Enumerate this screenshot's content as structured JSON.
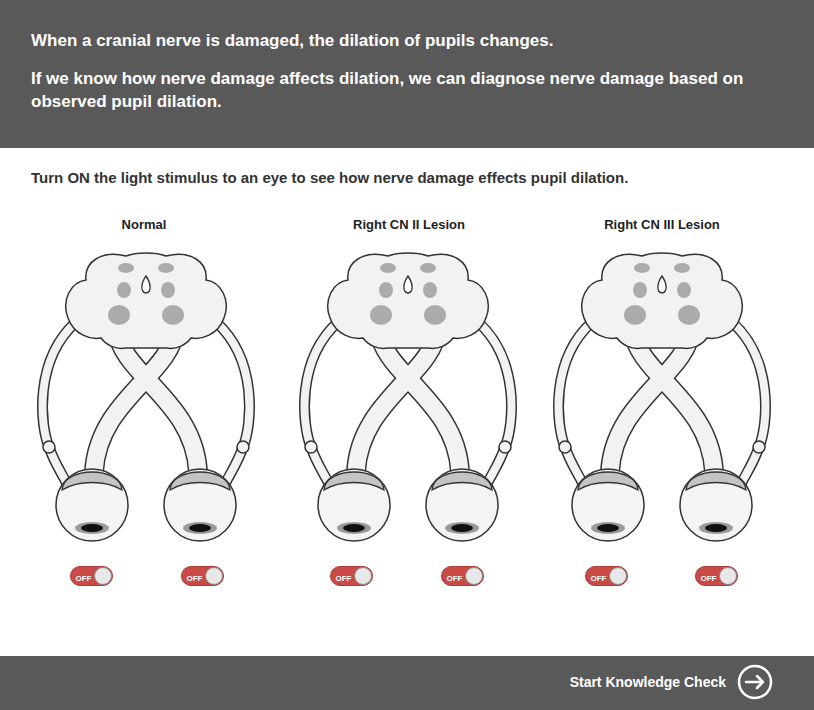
{
  "diagram": {
    "nodes": [
      {
        "text": [
          "When a cranial nerve is damaged, the dilation of pupils changes.",
          "If we know how nerve damage affects dilation, we can diagnose nerve damage based on observed pupil dilation."
        ]
      },
      {
        "text": [
          "OFF"
        ]
      },
      {
        "text": [
          "OFF"
        ]
      },
      {
        "text": [
          "OFF"
        ]
      },
      {
        "text": [
          "OFF"
        ]
      },
      {
        "text": [
          "OFF"
        ]
      },
      {
        "text": [
          "OFF"
        ]
      },
      {
        "text": [
          "Start Knowledge Check"
        ]
      }
    ],
    "labels": [
      "Turn ON the light stimulus to an eye to see how nerve damage effects pupil dilation.",
      "Normal",
      "Right CN II Lesion",
      "Right CN III Lesion"
    ]
  }
}
